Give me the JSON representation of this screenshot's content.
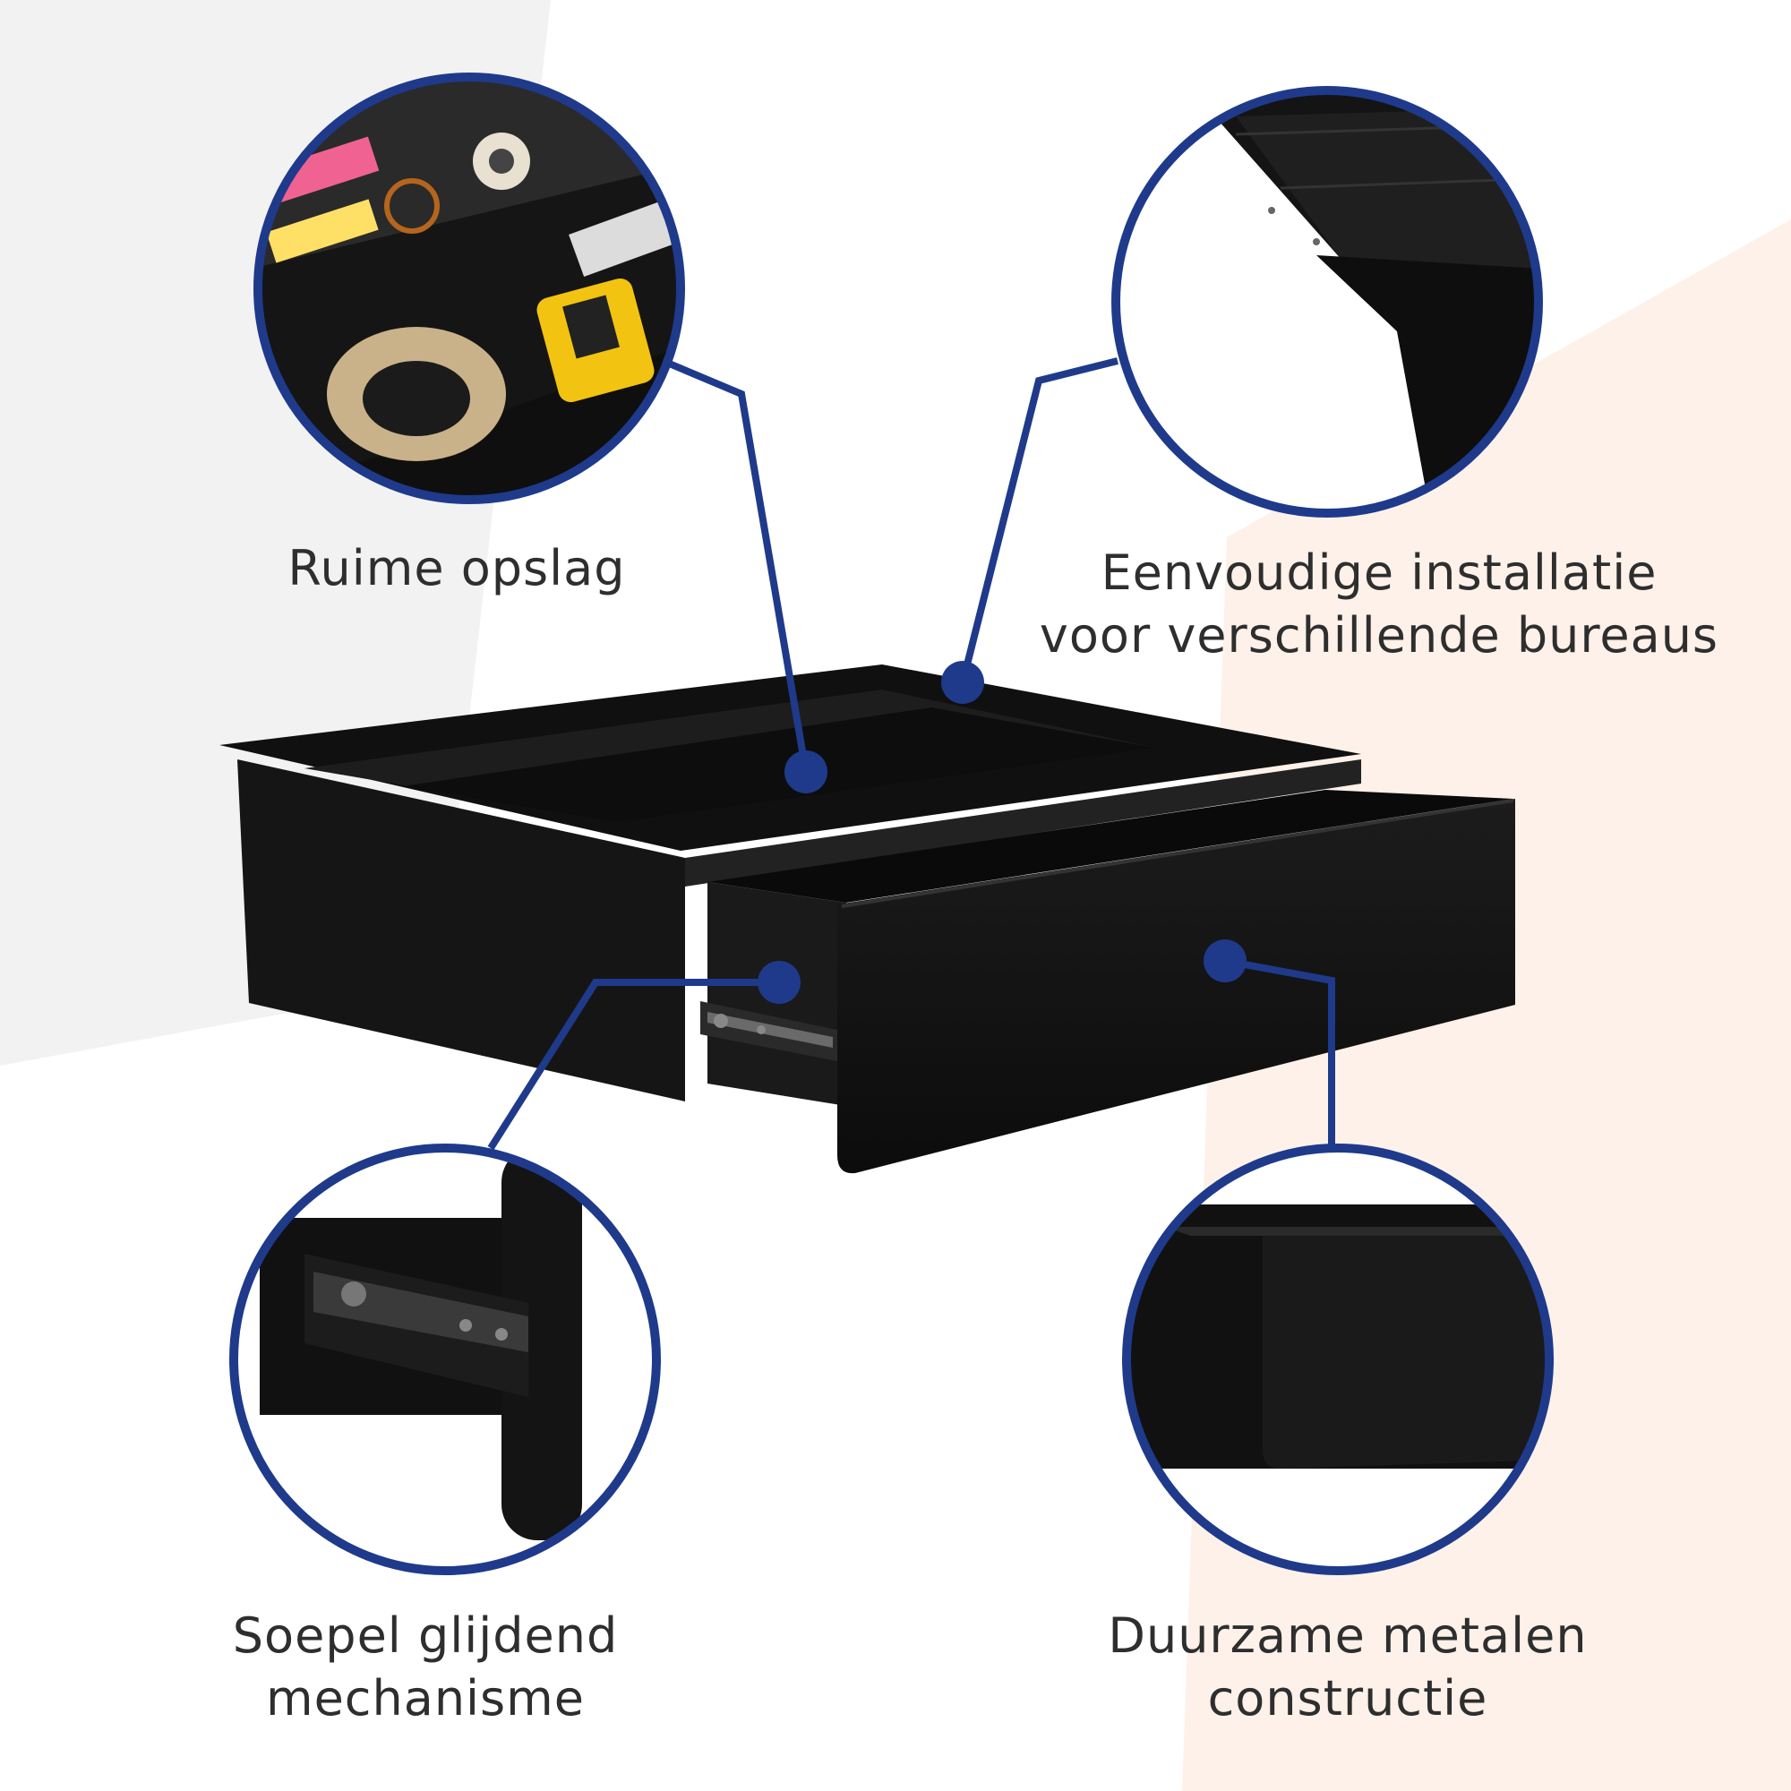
{
  "colors": {
    "accent": "#1f3a8a",
    "product": "#141414",
    "background_left": "#f2f2f2",
    "background_right": "#fdf1e9",
    "text": "#2e2e2e"
  },
  "features": [
    {
      "id": "storage",
      "lines": [
        "Ruime opslag"
      ]
    },
    {
      "id": "installation",
      "lines": [
        "Eenvoudige installatie",
        "voor verschillende bureaus"
      ]
    },
    {
      "id": "sliding",
      "lines": [
        "Soepel glijdend",
        "mechanisme"
      ]
    },
    {
      "id": "durable",
      "lines": [
        "Duurzame metalen",
        "constructie"
      ]
    }
  ]
}
